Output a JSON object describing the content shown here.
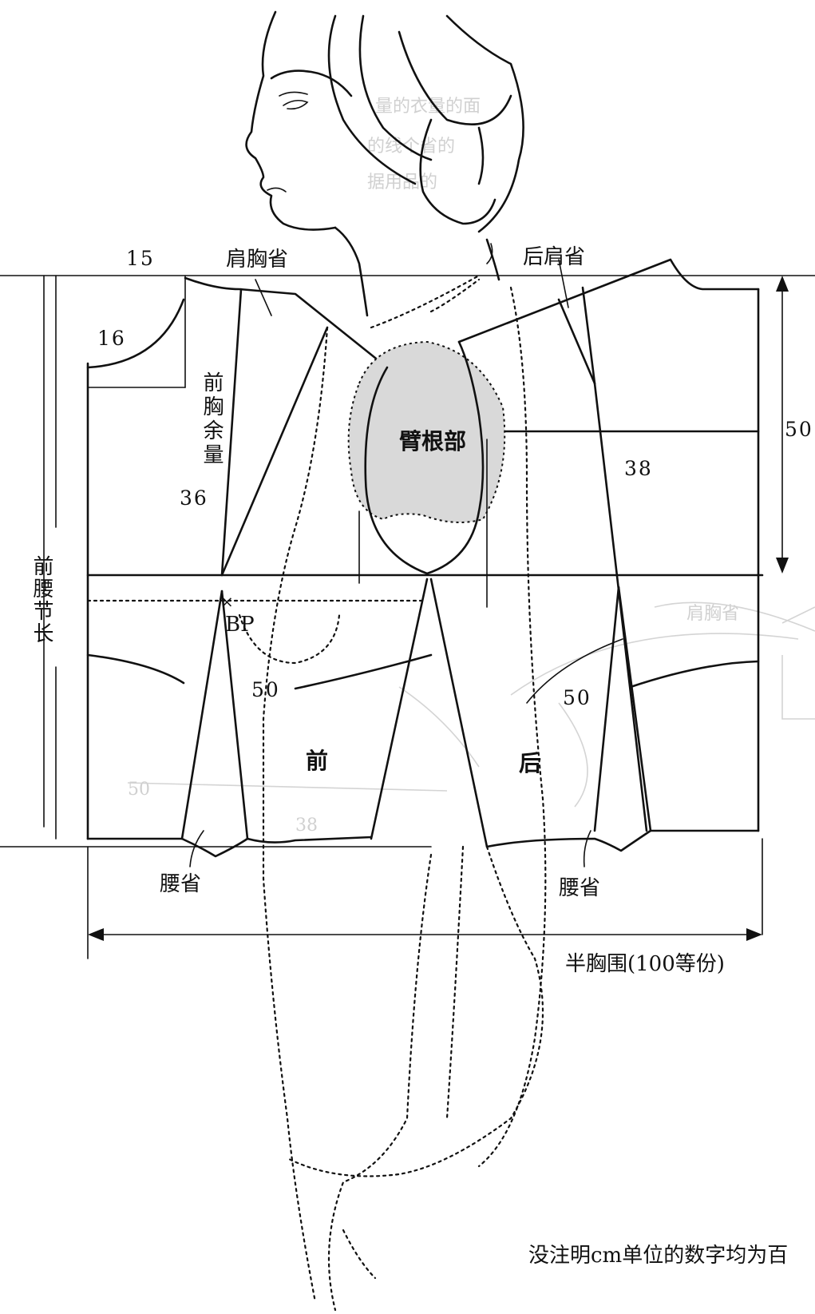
{
  "labels": {
    "shoulder_bust_dart": "肩胸省",
    "back_shoulder_dart": "后肩省",
    "front_bust_ease": "前胸余量",
    "armhole": "臂根部",
    "front_waist_length": "前腰节长",
    "bp": "BP",
    "front": "前",
    "back": "后",
    "waist_dart_left": "腰省",
    "waist_dart_right": "腰省",
    "half_bust": "半胸围(100等份)",
    "footnote": "没注明cm单位的数字均为百"
  },
  "numbers": {
    "neck_width": "15",
    "neck_depth": "16",
    "front_36": "36",
    "back_38": "38",
    "armhole_depth_50": "50",
    "front_50": "50",
    "back_50": "50"
  },
  "colors": {
    "line": "#111111",
    "armhole_fill": "#d9d9d9",
    "ghost": "#d4d4d4"
  }
}
